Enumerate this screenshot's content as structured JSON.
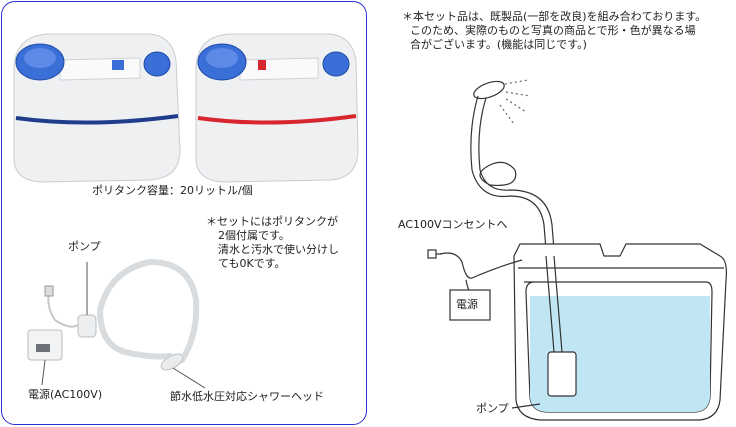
{
  "left_panel": {
    "tank_capacity": "ポリタンク容量：20リットル/個",
    "note_lines": [
      "＊セットにはポリタンクが",
      "2個付属です。",
      "清水と汚水で使い分けし",
      "ても0Kです。"
    ],
    "label_pump": "ポンプ",
    "label_power": "電源(AC100V)",
    "label_shower": "節水低水圧対応シャワーヘッド"
  },
  "right_panel": {
    "note_lines": [
      "＊本セット品は、既製品(一部を改良)を組み合わております。",
      "このため、実際のものと写真の商品とで形・色が異なる場",
      "合がございます。(機能は同じです。)"
    ],
    "label_outlet": "AC100Vコンセントへ",
    "label_power_box": "電源",
    "label_pump": "ポンプ"
  },
  "colors": {
    "frame": "#2a2fd6",
    "cap_blue": "#3a6fd8",
    "stripe_blue": "#1f3d8a",
    "stripe_red": "#d8262f",
    "water": "#bfe6f2"
  }
}
